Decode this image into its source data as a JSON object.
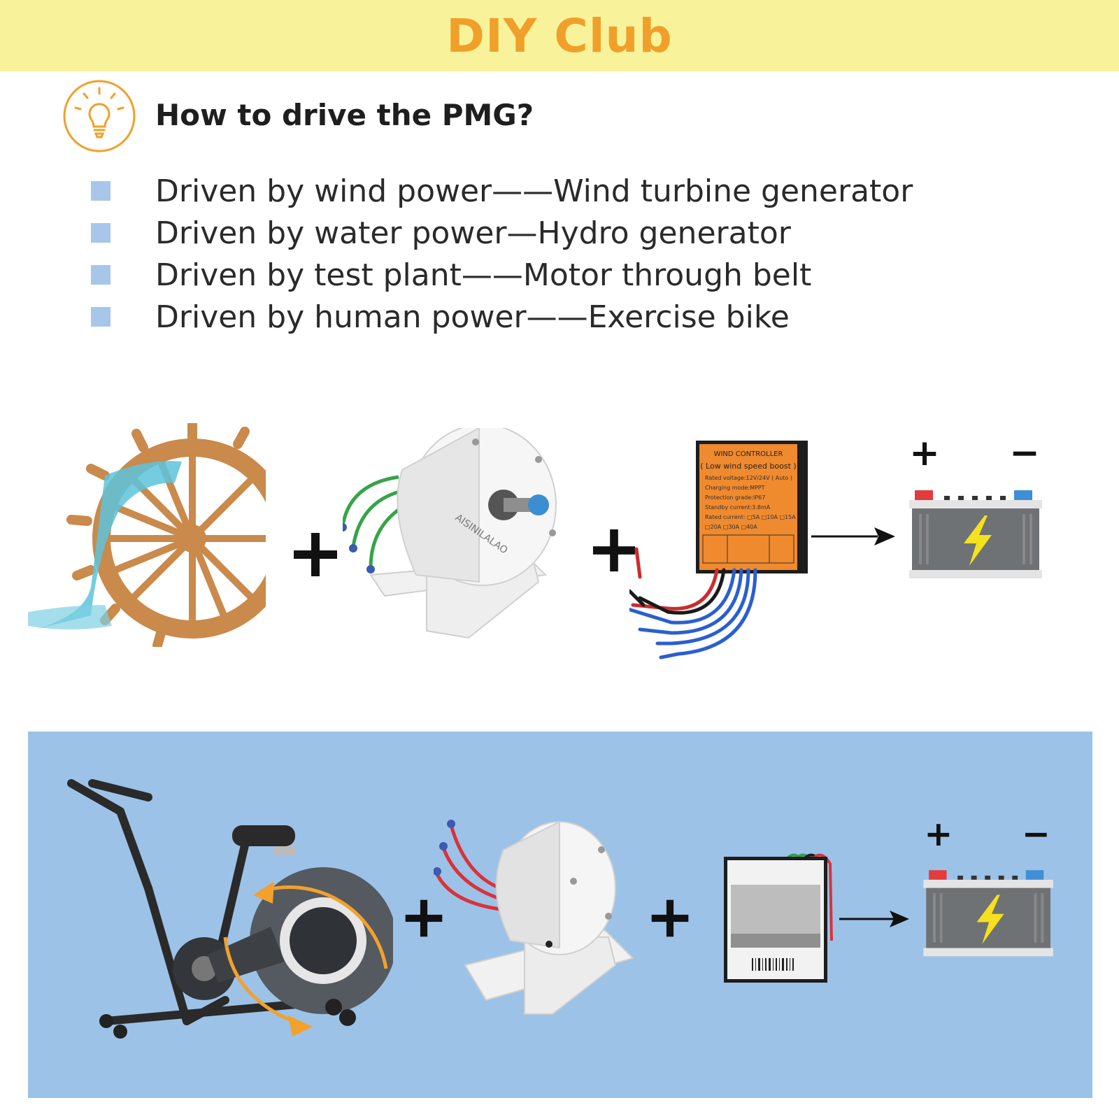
{
  "banner": {
    "title": "DIY Club"
  },
  "heading": {
    "question": "How to drive the PMG?"
  },
  "bullets": [
    "Driven by wind power——Wind turbine generator",
    "Driven by water power—Hydro generator",
    "Driven by test plant——Motor through belt",
    "Driven by human power——Exercise bike"
  ],
  "generator_watermark": "AISINILALAO",
  "controller_label": {
    "title": "WIND CONTROLLER",
    "subtitle": "( Low wind speed boost )",
    "lines": [
      "Rated voltage:12V/24V ( Auto )",
      "Charging mode:MPPT",
      "Protection grade:IP67",
      "Standby current:3.8mA",
      "Rated current: □5A □10A □15A",
      "□20A □30A □40A"
    ]
  },
  "battery": {
    "plus": "+",
    "minus": "−"
  },
  "colors": {
    "banner_bg": "#f8f39a",
    "banner_text": "#f0a02a",
    "bullet": "#a7c6ea",
    "panel_bg": "#9cc2e7",
    "wheel": "#c98a4c",
    "water": "#5cc3dc",
    "controller": "#f08a2e",
    "battery_body": "#6f7274",
    "bolt": "#f5e11e",
    "arrow_orange": "#f2a12d"
  },
  "icons": [
    "lightbulb-icon",
    "plus-icon",
    "arrow-right-icon",
    "battery-icon",
    "lightning-icon"
  ]
}
